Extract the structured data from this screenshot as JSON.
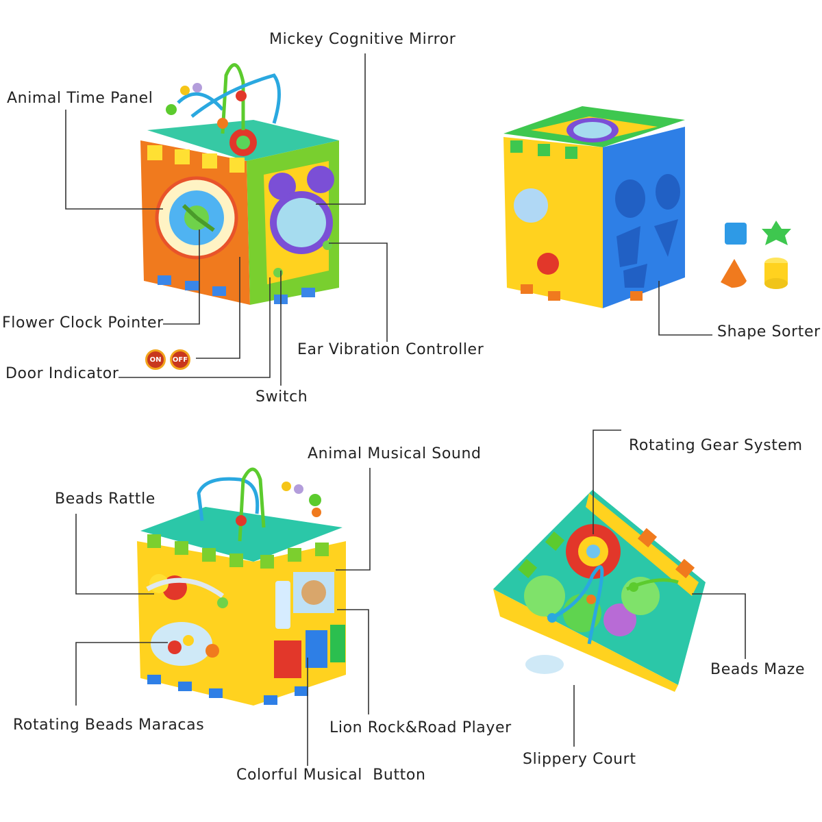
{
  "labels": {
    "animal_time_panel": "Animal Time Panel",
    "mickey_mirror": "Mickey Cognitive Mirror",
    "flower_clock_pointer": "Flower Clock Pointer",
    "door_indicator": "Door Indicator",
    "switch": "Switch",
    "ear_vibration": "Ear Vibration Controller",
    "shape_sorter": "Shape Sorter",
    "animal_musical_sound": "Animal Musical Sound",
    "beads_rattle": "Beads Rattle",
    "rotating_beads_maracas": "Rotating Beads Maracas",
    "colorful_button": "Colorful Musical  Button",
    "lion_player": "Lion Rock&Road Player",
    "rotating_gear": "Rotating Gear System",
    "beads_maze": "Beads Maze",
    "slippery_court": "Slippery Court"
  },
  "indicator": {
    "on": "ON",
    "off": "OFF"
  },
  "colors": {
    "orange": "#f07a1e",
    "yellow": "#ffd21f",
    "green": "#7ccf2e",
    "blue": "#2e7fe6",
    "teal": "#2bc7a8",
    "purple": "#7b4fd6",
    "red": "#e2372a"
  }
}
